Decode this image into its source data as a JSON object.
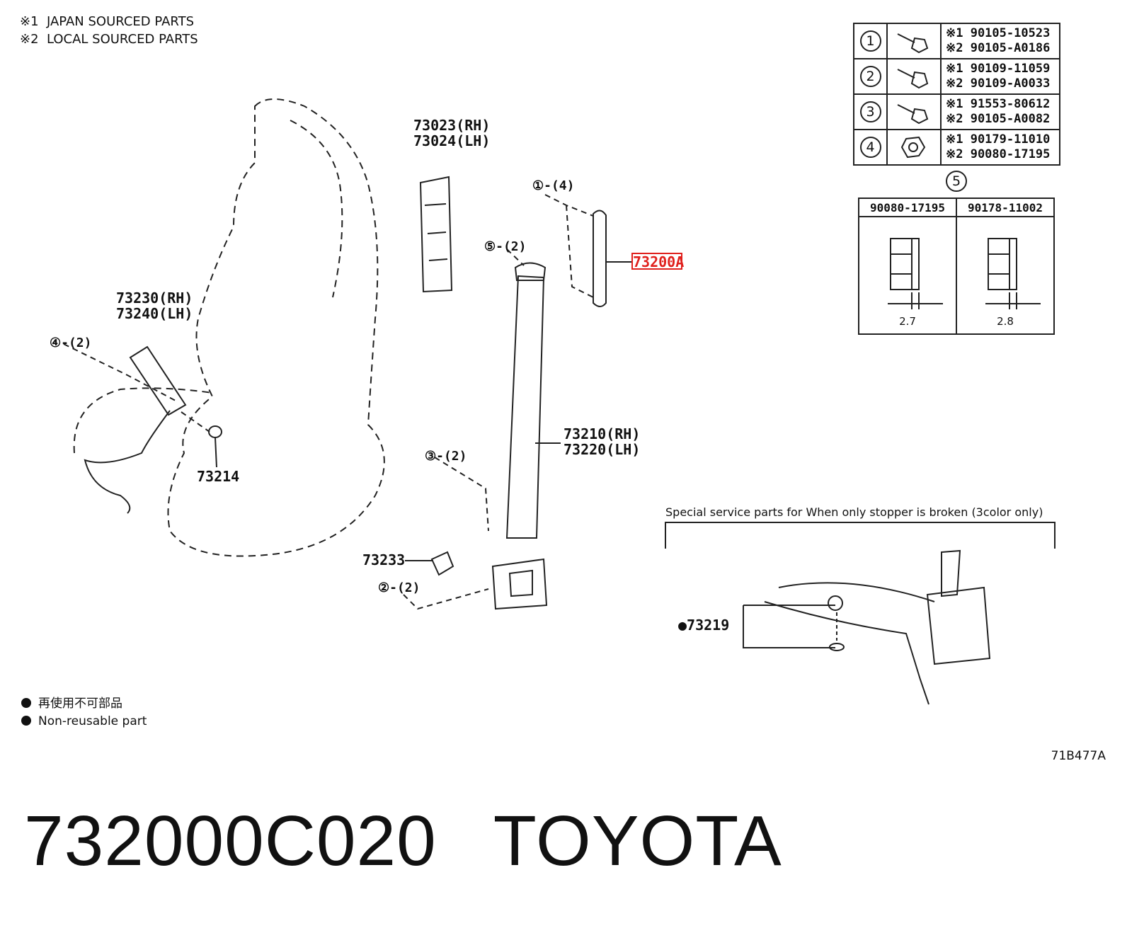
{
  "legend": {
    "japan": "※1  JAPAN SOURCED PARTS",
    "local": "※2  LOCAL SOURCED PARTS"
  },
  "fasteners": [
    {
      "num": "1",
      "p1": "※1 90105-10523",
      "p2": "※2 90105-A0186"
    },
    {
      "num": "2",
      "p1": "※1 90109-11059",
      "p2": "※2 90109-A0033"
    },
    {
      "num": "3",
      "p1": "※1 91553-80612",
      "p2": "※2 90105-A0082"
    },
    {
      "num": "4",
      "p1": "※1 90179-11010",
      "p2": "※2 90080-17195"
    }
  ],
  "nut_group": {
    "num": "5",
    "cols": [
      {
        "part": "90080-17195",
        "dim": "2.7"
      },
      {
        "part": "90178-11002",
        "dim": "2.8"
      }
    ]
  },
  "labels": {
    "pillar_rh": "73023(RH)",
    "pillar_lh": "73024(LH)",
    "buckle_rh": "73230(RH)",
    "buckle_lh": "73240(LH)",
    "belt_rh": "73210(RH)",
    "belt_lh": "73220(LH)",
    "anchor": "73200A",
    "washer": "73214",
    "cover": "73233",
    "stopper": "●73219",
    "callout_1": "①-(4)",
    "callout_2": "②-(2)",
    "callout_3": "③-(2)",
    "callout_4": "④-(2)",
    "callout_5": "⑤-(2)"
  },
  "special": {
    "caption": "Special service parts for When only stopper is broken (3color only)"
  },
  "footnote": {
    "jp": "再使用不可部品",
    "en": "Non-reusable part"
  },
  "diagram_code": "71B477A",
  "title": {
    "part_number": "732000C020",
    "brand": "TOYOTA"
  },
  "colors": {
    "highlight": "#e0201c",
    "line": "#222222"
  }
}
